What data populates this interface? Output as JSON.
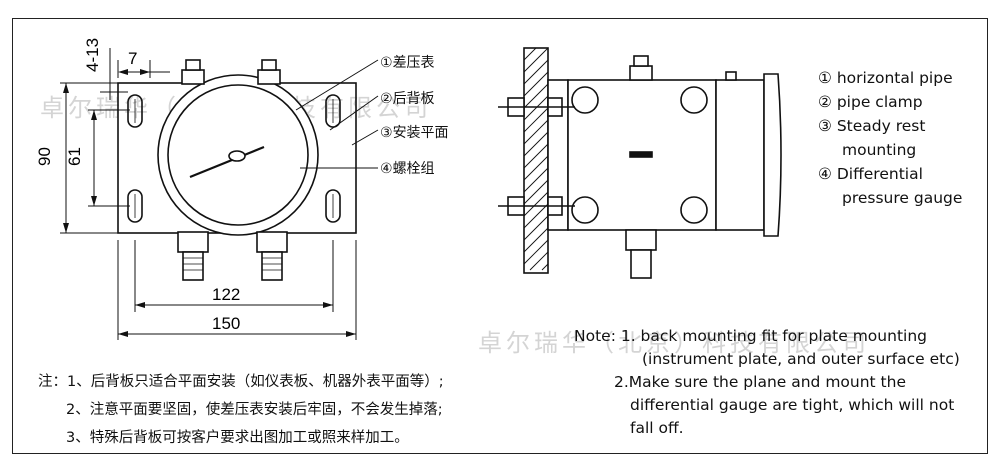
{
  "watermarks": [
    "卓尔瑞华（北京）科技有限公司",
    "卓尔瑞华（北京）科技有限公司"
  ],
  "callouts": [
    {
      "num": "①",
      "text": "差压表"
    },
    {
      "num": "②",
      "text": "后背板"
    },
    {
      "num": "③",
      "text": "安装平面"
    },
    {
      "num": "④",
      "text": "螺栓组"
    }
  ],
  "dimensions": {
    "top_a": "4-13",
    "top_b": "7",
    "left_a": "90",
    "left_b": "61",
    "bottom_a": "122",
    "bottom_b": "150"
  },
  "legend": [
    {
      "num": "①",
      "text": "horizontal pipe"
    },
    {
      "num": "②",
      "text": "pipe clamp"
    },
    {
      "num": "③",
      "text": "Steady rest"
    },
    {
      "num": "",
      "text": "mounting"
    },
    {
      "num": "④",
      "text": "Differential"
    },
    {
      "num": "",
      "text": "pressure gauge"
    }
  ],
  "note_en": [
    "Note: 1. back mounting fit for plate mounting",
    "(instrument plate, and outer surface etc)",
    "2.Make sure the plane and mount the",
    "differential gauge are tight, which will not",
    "fall off."
  ],
  "note_zh": [
    "注：1、后背板只适合平面安装（如仪表板、机器外表平面等）;",
    "2、注意平面要坚固，使差压表安装后牢固，不会发生掉落;",
    "3、特殊后背板可按客户要求出图加工或照来样加工。"
  ]
}
